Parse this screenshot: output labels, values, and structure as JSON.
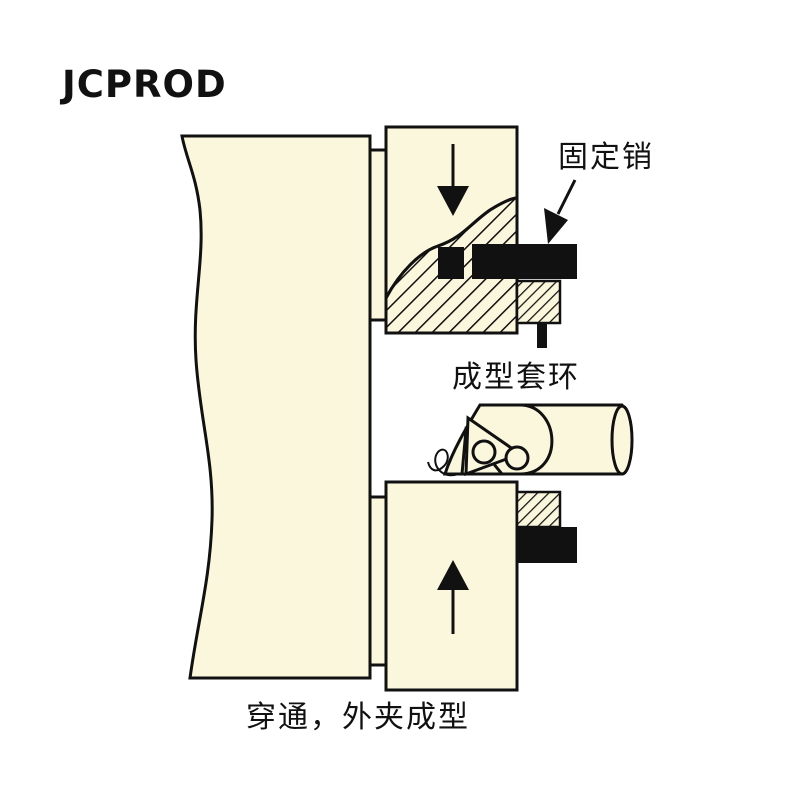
{
  "brand": {
    "logo_text": "JCPROD"
  },
  "labels": {
    "locating_pin": "固定销",
    "forming_ring": "成型套环",
    "caption": "穿通，外夹成型"
  },
  "colors": {
    "part_fill": "#fbf7dd",
    "outline": "#111111",
    "block": "#111111",
    "background": "#ffffff"
  },
  "icons": {
    "down_arrow": "arrow-down-icon",
    "up_arrow": "arrow-up-icon",
    "leader_arrow": "leader-arrow-icon"
  }
}
